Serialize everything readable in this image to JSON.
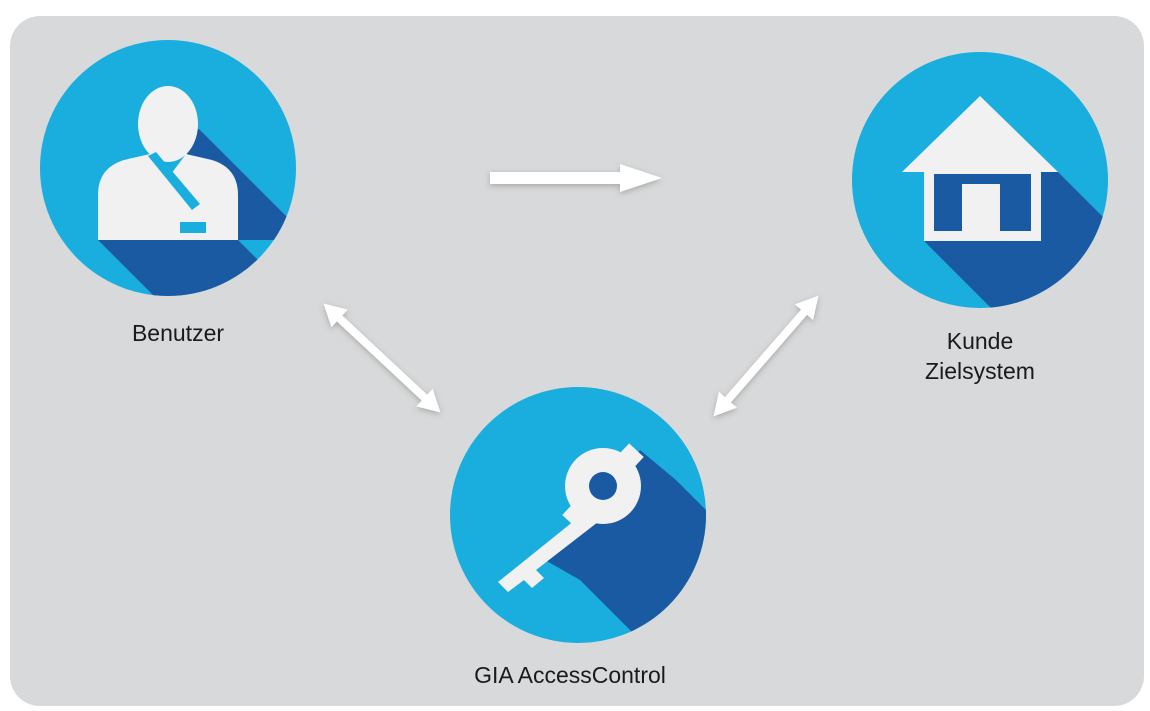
{
  "nodes": {
    "user": {
      "label": "Benutzer",
      "icon": "user-icon"
    },
    "customer": {
      "label": "Kunde\nZielsystem",
      "icon": "house-icon"
    },
    "gia": {
      "label": "GIA AccessControl",
      "icon": "key-icon"
    }
  },
  "edges": [
    {
      "from": "user",
      "to": "customer",
      "direction": "one-way"
    },
    {
      "from": "user",
      "to": "gia",
      "direction": "two-way"
    },
    {
      "from": "gia",
      "to": "customer",
      "direction": "two-way"
    }
  ],
  "colors": {
    "panel": "#d8d9da",
    "circle": "#19aedd",
    "shadow": "#1a5aa3",
    "icon": "#f1f1f1",
    "arrow": "#ffffff"
  }
}
